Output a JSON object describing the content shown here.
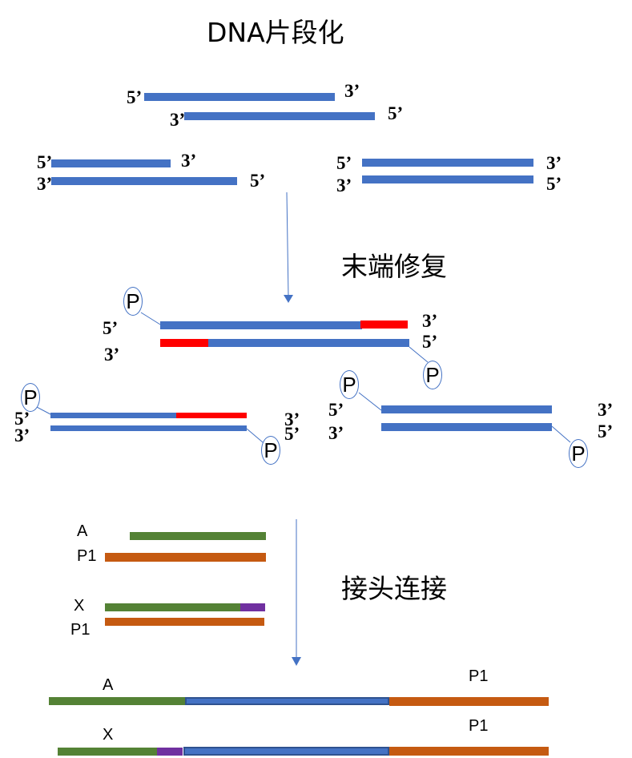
{
  "titles": {
    "fragmentation": "DNA片段化",
    "end_repair": "末端修复",
    "adapter_ligation": "接头连接"
  },
  "ends": {
    "five": "5’",
    "three": "3’"
  },
  "phosphate": "P",
  "adapters": {
    "a": "A",
    "x": "X",
    "p1": "P1"
  },
  "colors": {
    "dna": "#4472c4",
    "repair": "#ff0000",
    "adapter_a": "#548235",
    "adapter_p1": "#c55a11",
    "barcode": "#7030a0"
  }
}
